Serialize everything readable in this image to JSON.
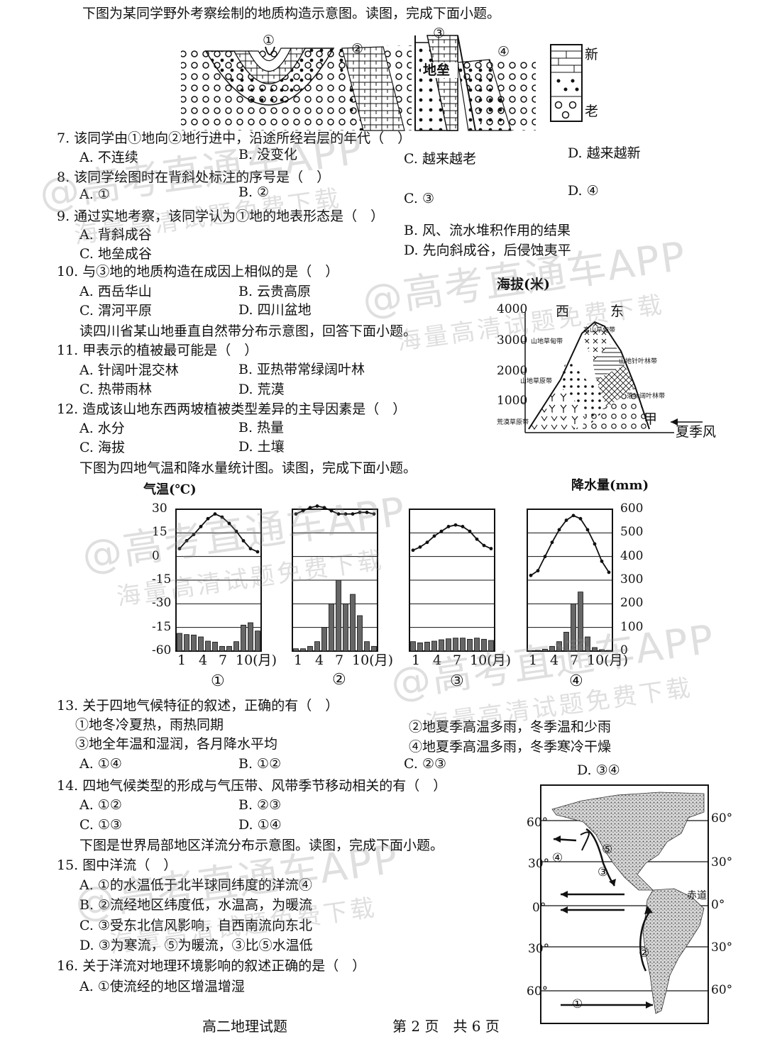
{
  "intro1": "下图为某同学野外考察绘制的地质构造示意图。读图，完成下面小题。",
  "fig1": {
    "m1": "①",
    "m2": "②",
    "m3": "③",
    "m4": "④",
    "horst": "地垒",
    "new": "新",
    "old": "老"
  },
  "q7": {
    "stem": "7. 该同学由①地向②地行进中，沿途所经岩层的年代（　）",
    "a": "A. 不连续",
    "b": "B. 没变化",
    "c": "C. 越来越老",
    "d": "D. 越来越新"
  },
  "q8": {
    "stem": "8. 该同学绘图时在背斜处标注的序号是（　）",
    "a": "A. ①",
    "b": "B. ②",
    "c": "C. ③",
    "d": "D. ④"
  },
  "q9": {
    "stem": "9. 通过实地考察，该同学认为①地的地表形态是（　）",
    "a": "A. 背斜成谷",
    "b": "B. 风、流水堆积作用的结果",
    "c": "C. 地垒成谷",
    "d": "D. 先向斜成谷，后侵蚀夷平"
  },
  "q10": {
    "stem": "10. 与③地的地质构造在成因上相似的是（　）",
    "a": "A. 西岳华山",
    "b": "B. 云贵高原",
    "c": "C. 渭河平原",
    "d": "D. 四川盆地"
  },
  "intro2": "读四川省某山地垂直自然带分布示意图，回答下面小题。",
  "q11": {
    "stem": "11. 甲表示的植被最可能是（　）",
    "a": "A. 针阔叶混交林",
    "b": "B. 亚热带常绿阔叶林",
    "c": "C. 热带雨林",
    "d": "D. 荒漠"
  },
  "q12": {
    "stem": "12. 造成该山地东西两坡植被类型差异的主导因素是（　）",
    "a": "A. 水分",
    "b": "B. 热量",
    "c": "C. 海拔",
    "d": "D. 土壤"
  },
  "mountain": {
    "ylabel": "海拔(米)",
    "west": "西",
    "east": "东",
    "t4000": "4000",
    "t3000": "3000",
    "t2000": "2000",
    "t1000": "1000",
    "jia": "甲",
    "wind": "夏季风",
    "z1": "高山草甸带",
    "z2": "山地草甸带",
    "z3": "山地针叶林带",
    "z4": "山地草原带",
    "z5": "落叶阔叶林带",
    "z6": "荒漠草原带"
  },
  "intro3": "下图为四地气温和降水量统计图。读图，完成下面小题。",
  "climate": {
    "temp_label": "气温(℃)",
    "precip_label": "降水量(mm)",
    "temp_ticks": [
      "30",
      "15",
      "0",
      "-15",
      "-30",
      "-15",
      "-60"
    ],
    "precip_ticks": [
      "600",
      "500",
      "400",
      "300",
      "200",
      "100",
      "0"
    ],
    "month_axis": [
      "1",
      "4",
      "7",
      "10(月)"
    ],
    "labels": [
      "①",
      "②",
      "③",
      "④"
    ]
  },
  "chart_data": [
    {
      "type": "line+bar",
      "label": "①",
      "temp": [
        5,
        10,
        14,
        19,
        24,
        27,
        25,
        21,
        16,
        10,
        5,
        3
      ],
      "precip": [
        75,
        70,
        68,
        60,
        42,
        38,
        20,
        20,
        40,
        110,
        120,
        85
      ]
    },
    {
      "type": "line+bar",
      "label": "②",
      "temp": [
        27,
        29,
        31,
        32,
        31,
        29,
        27,
        27,
        27,
        28,
        28,
        27
      ],
      "precip": [
        10,
        10,
        20,
        40,
        100,
        200,
        300,
        200,
        240,
        150,
        40,
        20
      ]
    },
    {
      "type": "line+bar",
      "label": "③",
      "temp": [
        4,
        6,
        9,
        13,
        16,
        19,
        20,
        19,
        16,
        11,
        7,
        5
      ],
      "precip": [
        40,
        35,
        38,
        42,
        48,
        52,
        55,
        55,
        50,
        55,
        50,
        45
      ]
    },
    {
      "type": "line+bar",
      "label": "④",
      "temp": [
        -12,
        -9,
        0,
        9,
        17,
        23,
        26,
        24,
        17,
        8,
        -3,
        -10
      ],
      "precip": [
        2,
        3,
        8,
        20,
        40,
        80,
        200,
        250,
        60,
        15,
        6,
        3
      ]
    }
  ],
  "q13": {
    "stem": "13. 关于四地气候特征的叙述，正确的有（　）",
    "s1": "①地冬冷夏热，雨热同期",
    "s2": "②地夏季高温多雨，冬季温和少雨",
    "s3": "③地全年温和湿润，各月降水平均",
    "s4": "④地夏季高温多雨，冬季寒冷干燥",
    "a": "A. ①④",
    "b": "B. ①②",
    "c": "C. ②③",
    "d": "D. ③④"
  },
  "q14": {
    "stem": "14. 四地气候类型的形成与气压带、风带季节移动相关的有（　）",
    "a": "A. ①②",
    "b": "B. ②③",
    "c": "C. ①③",
    "d": "D. ①④"
  },
  "intro4": "下图是世界局部地区洋流分布示意图。读图，完成下面小题。",
  "ocean": {
    "lat60n": "60°",
    "lat30n": "30°",
    "lat0": "0°",
    "lat30s": "30°",
    "lat60s": "60°",
    "equator": "赤道",
    "c1": "①",
    "c2": "②",
    "c3": "③",
    "c4": "④",
    "c5": "⑤"
  },
  "q15": {
    "stem": "15. 图中洋流（　）",
    "a": "A. ①的水温低于北半球同纬度的洋流④",
    "b": "B. ②流经地区纬度低，水温高，为暖流",
    "c": "C. ③受东北信风影响，自西南流向东北",
    "d": "D. ③为寒流，⑤为暖流，③比⑤水温低"
  },
  "q16": {
    "stem": "16. 关于洋流对地理环境影响的叙述正确的是（　）",
    "a": "A. ①使流经的地区增温增湿"
  },
  "footer": {
    "title": "高二地理试题",
    "page": "第 2 页　共 6 页"
  },
  "watermark": {
    "main": "@高考直通车APP",
    "sub": "海量高清试题免费下载"
  }
}
